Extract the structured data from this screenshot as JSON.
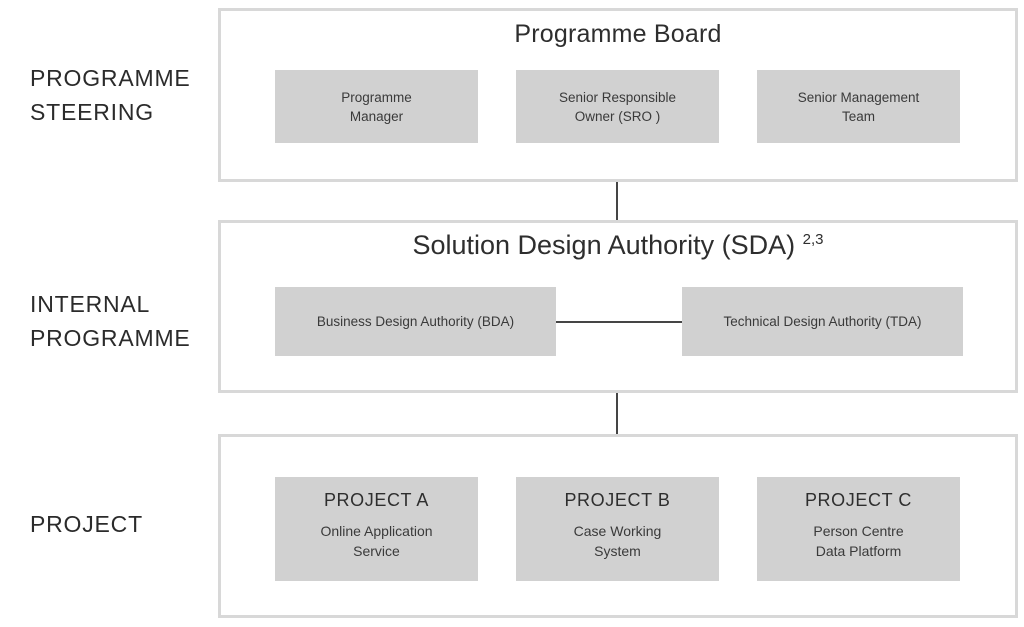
{
  "colors": {
    "section_border": "#d8d8d8",
    "box_fill": "#d1d1d1",
    "connector": "#454545",
    "heading_text": "#2e2e2e",
    "box_text": "#3a3a3a"
  },
  "sections": {
    "programme_steering": {
      "row_label": "PROGRAMME\nSTEERING",
      "title": "Programme Board",
      "boxes": [
        {
          "label": "Programme\nManager"
        },
        {
          "label": "Senior Responsible\nOwner (SRO )"
        },
        {
          "label": "Senior Management\nTeam"
        }
      ]
    },
    "internal_programme": {
      "row_label": "INTERNAL\nPROGRAMME",
      "title": "Solution Design Authority (SDA)",
      "title_superscript": "2,3",
      "boxes": [
        {
          "label": "Business Design Authority\n(BDA)"
        },
        {
          "label": "Technical Design Authority\n(TDA)"
        }
      ]
    },
    "project": {
      "row_label": "PROJECT",
      "boxes": [
        {
          "title": "PROJECT A",
          "subtitle": "Online Application\nService"
        },
        {
          "title": "PROJECT B",
          "subtitle": "Case Working\nSystem"
        },
        {
          "title": "PROJECT C",
          "subtitle": "Person Centre\nData Platform"
        }
      ]
    }
  }
}
